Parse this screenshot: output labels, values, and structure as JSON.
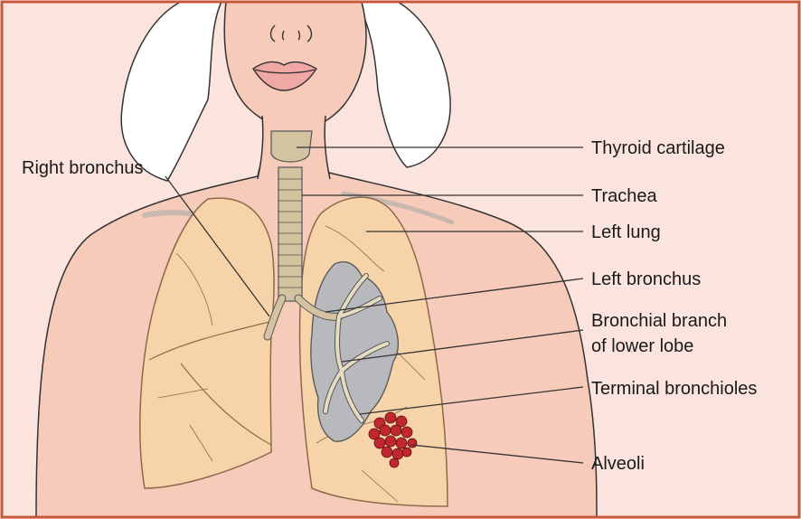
{
  "colors": {
    "frame": "#c8563a",
    "background": "#fce4de",
    "skin": "#f7cbb9",
    "lung": "#f6d3a8",
    "trachea": "#d4c3a0",
    "bronchial_tree": "#b8b9bd",
    "alveoli": "#c0282e",
    "lips": "#f0a8a4",
    "leader": "#333333"
  },
  "labels": {
    "right_bronchus": "Right bronchus",
    "thyroid_cartilage": "Thyroid cartilage",
    "trachea": "Trachea",
    "left_lung": "Left lung",
    "left_bronchus": "Left bronchus",
    "bronchial_branch_line1": "Bronchial branch",
    "bronchial_branch_line2": "of lower lobe",
    "terminal_bronchioles": "Terminal bronchioles",
    "alveoli": "Alveoli"
  }
}
